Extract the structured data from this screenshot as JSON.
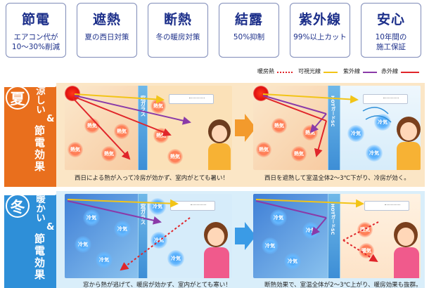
{
  "cards": [
    {
      "title": "節電",
      "desc": [
        "エアコン代が",
        "10〜30%削減"
      ]
    },
    {
      "title": "遮熱",
      "desc": [
        "夏の西日対策"
      ]
    },
    {
      "title": "断熱",
      "desc": [
        "冬の暖房対策"
      ]
    },
    {
      "title": "結露",
      "desc": [
        "50%抑制"
      ]
    },
    {
      "title": "紫外線",
      "desc": [
        "99%以上カット"
      ]
    },
    {
      "title": "安心",
      "desc": [
        "10年間の",
        "施工保証"
      ]
    }
  ],
  "legend": [
    {
      "label": "暖房熱",
      "color": "#e0252a",
      "style": "dotted"
    },
    {
      "label": "可視光線",
      "color": "#f2c417",
      "style": "solid"
    },
    {
      "label": "紫外線",
      "color": "#8a3aa8",
      "style": "solid"
    },
    {
      "label": "赤外線",
      "color": "#e0252a",
      "style": "solid"
    }
  ],
  "summer": {
    "season": "夏",
    "subtitle_top": "涼しい",
    "amp": "&",
    "vertical_label": "節電効果",
    "color": "#e96f1d",
    "window_label": "窓ガラス",
    "film_label": "HOTガードSC",
    "bubble_text": "熱気",
    "cool_text": "冷気",
    "caption_before": "西日による熱が入って冷房が効かず、室内がとても暑い！",
    "caption_after": "西日を遮熱して室温全体2〜3℃下がり、冷房が効く。"
  },
  "winter": {
    "season": "冬",
    "subtitle_top": "暖かい",
    "amp": "&",
    "vertical_label": "節電効果",
    "color": "#2e8fd8",
    "window_label": "窓ガラス",
    "film_label": "HOTガードSC",
    "bubble_text": "冷気",
    "warm_text": "暖気",
    "caption_before": "窓から熱が逃げて、暖房が効かず、室内がとても寒い！",
    "caption_after": "断熱効果で、室温全体が2〜3℃上がり、暖房効果も抜群。"
  },
  "colors": {
    "navy": "#1c2f8a",
    "summer_bg": "#fde0b0",
    "winter_bg": "#cfe9f8",
    "hot": "#ff7a54",
    "cold": "#3a9bf0"
  }
}
